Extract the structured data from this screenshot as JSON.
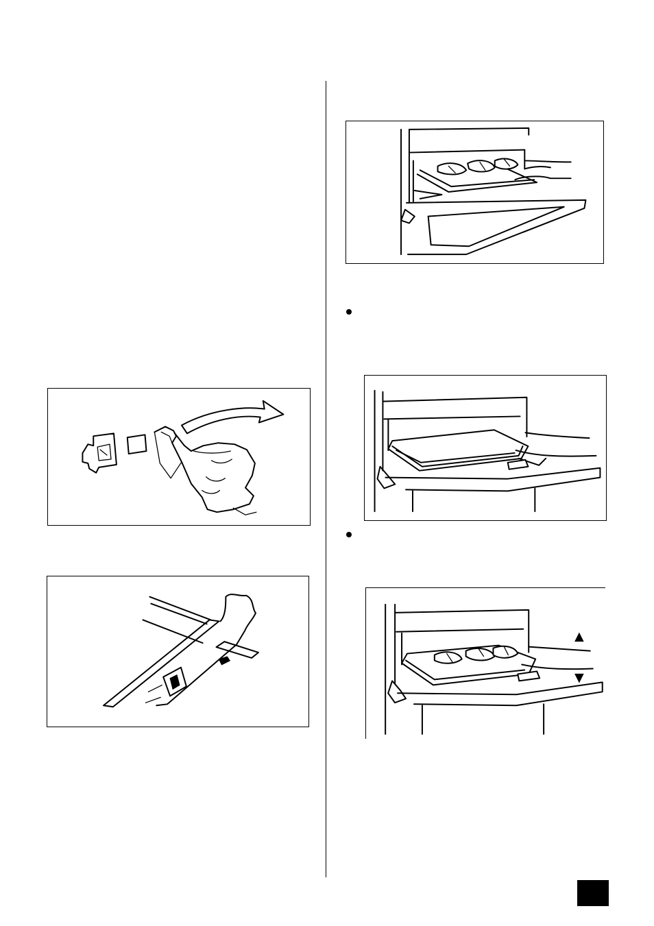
{
  "page": {
    "figures": [
      {
        "id": "fig-shelf-clip-removal",
        "icon": "hand-removing-clip-illustration"
      },
      {
        "id": "fig-grill-pan-clip",
        "icon": "grill-pan-frame-illustration"
      },
      {
        "id": "fig-grill-pan-with-food",
        "icon": "grill-compartment-illustration"
      },
      {
        "id": "fig-empty-tray-insert",
        "icon": "oven-tray-insert-illustration"
      },
      {
        "id": "fig-tray-with-food",
        "icon": "oven-tray-food-illustration"
      }
    ],
    "bullets": [
      {
        "id": "bullet-1",
        "icon": "bullet-dot"
      },
      {
        "id": "bullet-2",
        "icon": "bullet-dot"
      }
    ],
    "page_tab_color": "#000000"
  }
}
